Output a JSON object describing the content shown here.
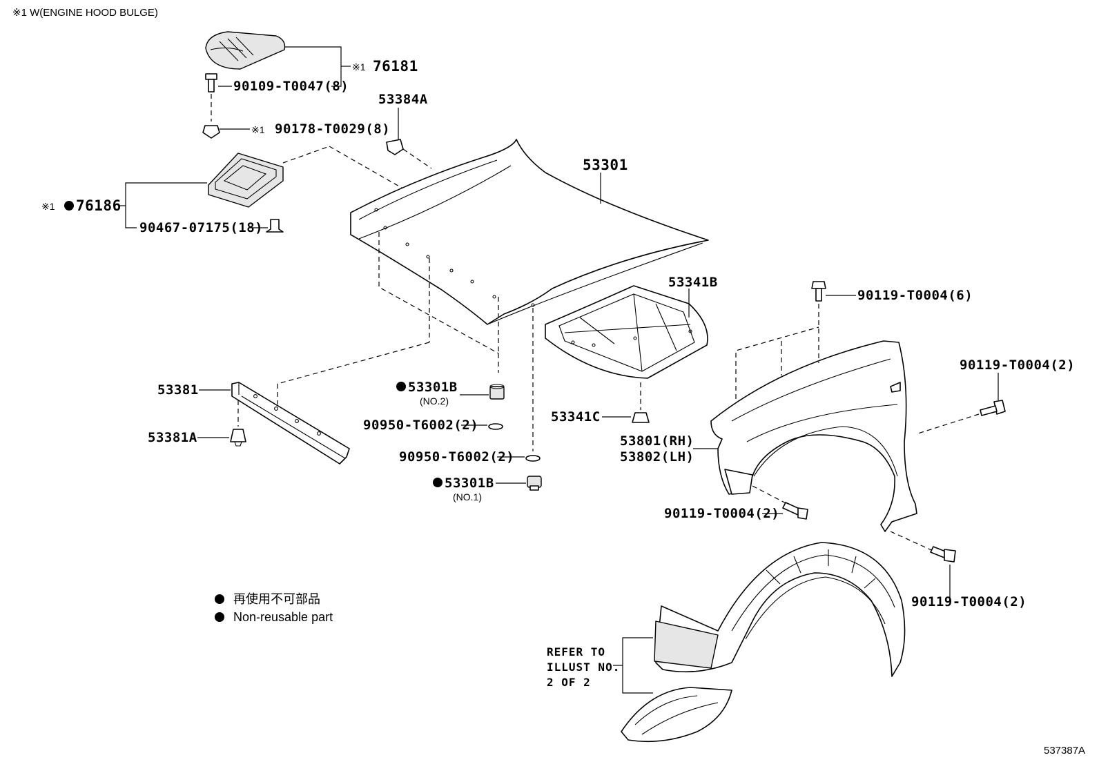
{
  "header_note": "※1 W(ENGINE HOOD BULGE)",
  "diagram_id": "537387A",
  "callouts": {
    "hood_bulge": {
      "prefix": "※1",
      "number": "76181"
    },
    "bolt_bulge": "90109-T0047(8)",
    "nut_bulge": {
      "prefix": "※1",
      "number": "90178-T0029(8)"
    },
    "hood_seal": {
      "prefix": "※1",
      "number": "76186"
    },
    "clip_seal": "90467-07175(18)",
    "retainer_53384a": "53384A",
    "hood": "53301",
    "insulator": "53341B",
    "insulator_clip": "53341C",
    "seal_strip": "53381",
    "seal_clip": "53381A",
    "cushion_no2": {
      "number": "53301B",
      "sub": "(NO.2)"
    },
    "washer_a": "90950-T6002(2)",
    "washer_b": "90950-T6002(2)",
    "cushion_no1": {
      "number": "53301B",
      "sub": "(NO.1)"
    },
    "fender_rh": "53801(RH)",
    "fender_lh": "53802(LH)",
    "bolt_fender_top": "90119-T0004(6)",
    "bolt_fender_rear": "90119-T0004(2)",
    "bolt_fender_front": "90119-T0004(2)",
    "bolt_fender_lower": "90119-T0004(2)"
  },
  "refer_note": [
    "REFER TO",
    "ILLUST NO.",
    "2 OF 2"
  ],
  "legend": [
    {
      "symbol": "●",
      "text": "再使用不可部品"
    },
    {
      "symbol": "●",
      "text": "Non-reusable part"
    }
  ],
  "icons": [
    "non-reusable-dot-icon"
  ]
}
